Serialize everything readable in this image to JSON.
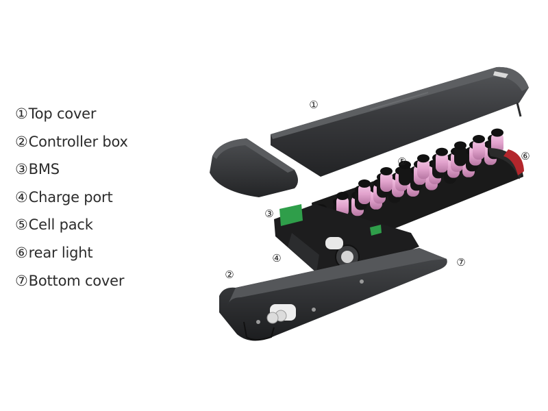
{
  "legend": [
    {
      "num": "①",
      "label": "Top cover"
    },
    {
      "num": "②",
      "label": "Controller box"
    },
    {
      "num": "③",
      "label": "BMS"
    },
    {
      "num": "④",
      "label": "Charge port"
    },
    {
      "num": "⑤",
      "label": "Cell pack"
    },
    {
      "num": "⑥",
      "label": "rear light"
    },
    {
      "num": "⑦",
      "label": "Bottom cover"
    }
  ],
  "callouts": {
    "top_cover": "①",
    "controller_box": "②",
    "bms": "③",
    "charge_port": "④",
    "cell_pack": "⑤",
    "rear_light": "⑥",
    "bottom_cover": "⑦"
  },
  "colors": {
    "housing": "#2e2f31",
    "housing_highlight": "#4a4c4f",
    "cell_pink": "#e3a6cf",
    "cell_black": "#151515",
    "pcb_green": "#2f9e4a",
    "rear_light_red": "#b3262c"
  }
}
